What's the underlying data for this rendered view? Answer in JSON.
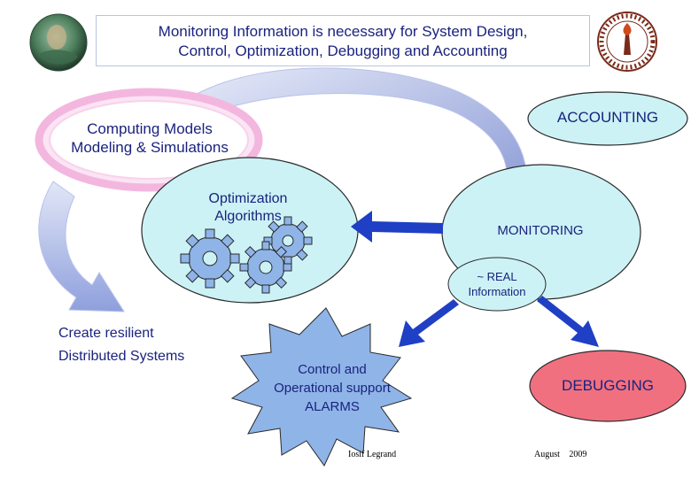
{
  "title": {
    "line1": "Monitoring Information is necessary for System Design,",
    "line2": "Control, Optimization, Debugging and Accounting"
  },
  "nodes": {
    "computing_models": {
      "line1": "Computing Models",
      "line2": "Modeling & Simulations"
    },
    "accounting": "ACCOUNTING",
    "optimization": {
      "line1": "Optimization",
      "line2": "Algorithms"
    },
    "monitoring": "MONITORING",
    "real_information": {
      "line1": "~ REAL",
      "line2": "Information"
    },
    "resilient": {
      "line1": "Create resilient",
      "line2": "Distributed Systems"
    },
    "control": {
      "line1": "Control and",
      "line2": "Operational support",
      "line3": "ALARMS"
    },
    "debugging": "DEBUGGING"
  },
  "footer": {
    "author": "Iosif Legrand",
    "date": "August 2009"
  },
  "colors": {
    "title_text": "#1a237e",
    "ellipse_fill": "#ccf2f5",
    "ring_pink": "#f7c6e8",
    "debugging_fill": "#f07080",
    "star_fill": "#8fb4e8",
    "arrow_blue": "#1f3fc4",
    "curved_arrow": "#8899d6",
    "gear_fill": "#8fb4e8"
  },
  "icons": {
    "logo_left": "globe-portrait-logo",
    "logo_right": "caltech-seal-logo",
    "gears": "gear-icon"
  }
}
